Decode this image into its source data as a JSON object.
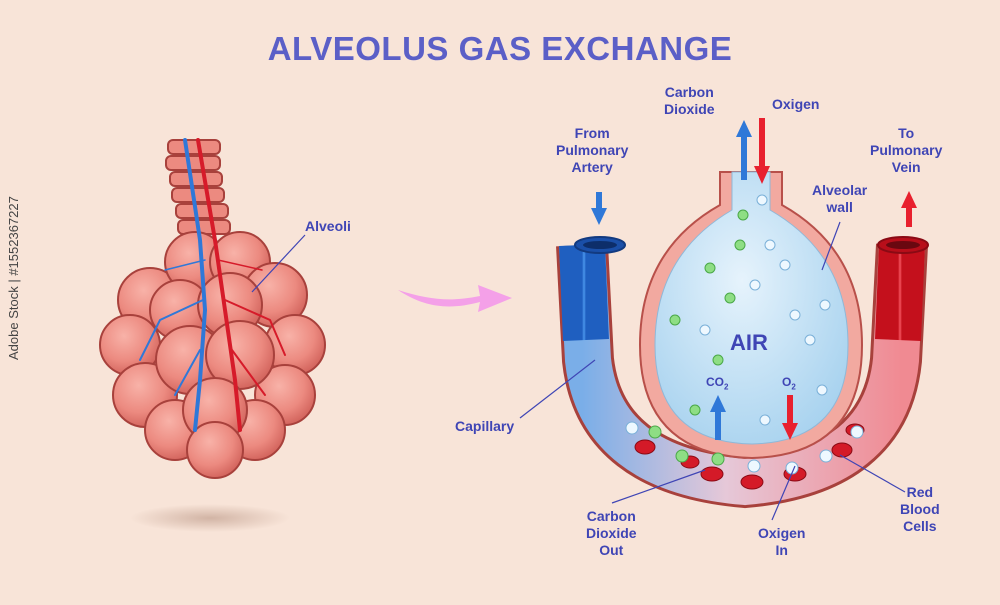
{
  "title": "ALVEOLUS GAS EXCHANGE",
  "labels": {
    "alveoli": "Alveoli",
    "carbon_dioxide_1": "Carbon",
    "carbon_dioxide_2": "Dioxide",
    "oxygen": "Oxigen",
    "from_pa_1": "From",
    "from_pa_2": "Pulmonary",
    "from_pa_3": "Artery",
    "to_pv_1": "To",
    "to_pv_2": "Pulmonary",
    "to_pv_3": "Vein",
    "alveolar_wall_1": "Alveolar",
    "alveolar_wall_2": "wall",
    "air": "AIR",
    "co2": "CO",
    "co2_sub": "2",
    "o2": "O",
    "o2_sub": "2",
    "capillary": "Capillary",
    "co2_out_1": "Carbon",
    "co2_out_2": "Dioxide",
    "co2_out_3": "Out",
    "oxygen_in_1": "Oxigen",
    "oxygen_in_2": "In",
    "rbc_1": "Red",
    "rbc_2": "Blood",
    "rbc_3": "Cells"
  },
  "watermark": "Adobe Stock | #1552367227",
  "colors": {
    "background": "#f8e4d8",
    "title": "#5b5fc7",
    "label": "#3f45b5",
    "artery_blue": "#2f78d8",
    "vein_red": "#e8202e",
    "tissue_pink": "#e8837a",
    "air_blue": "#c8e2f4",
    "flow_arrow": "#f4a0e8"
  }
}
